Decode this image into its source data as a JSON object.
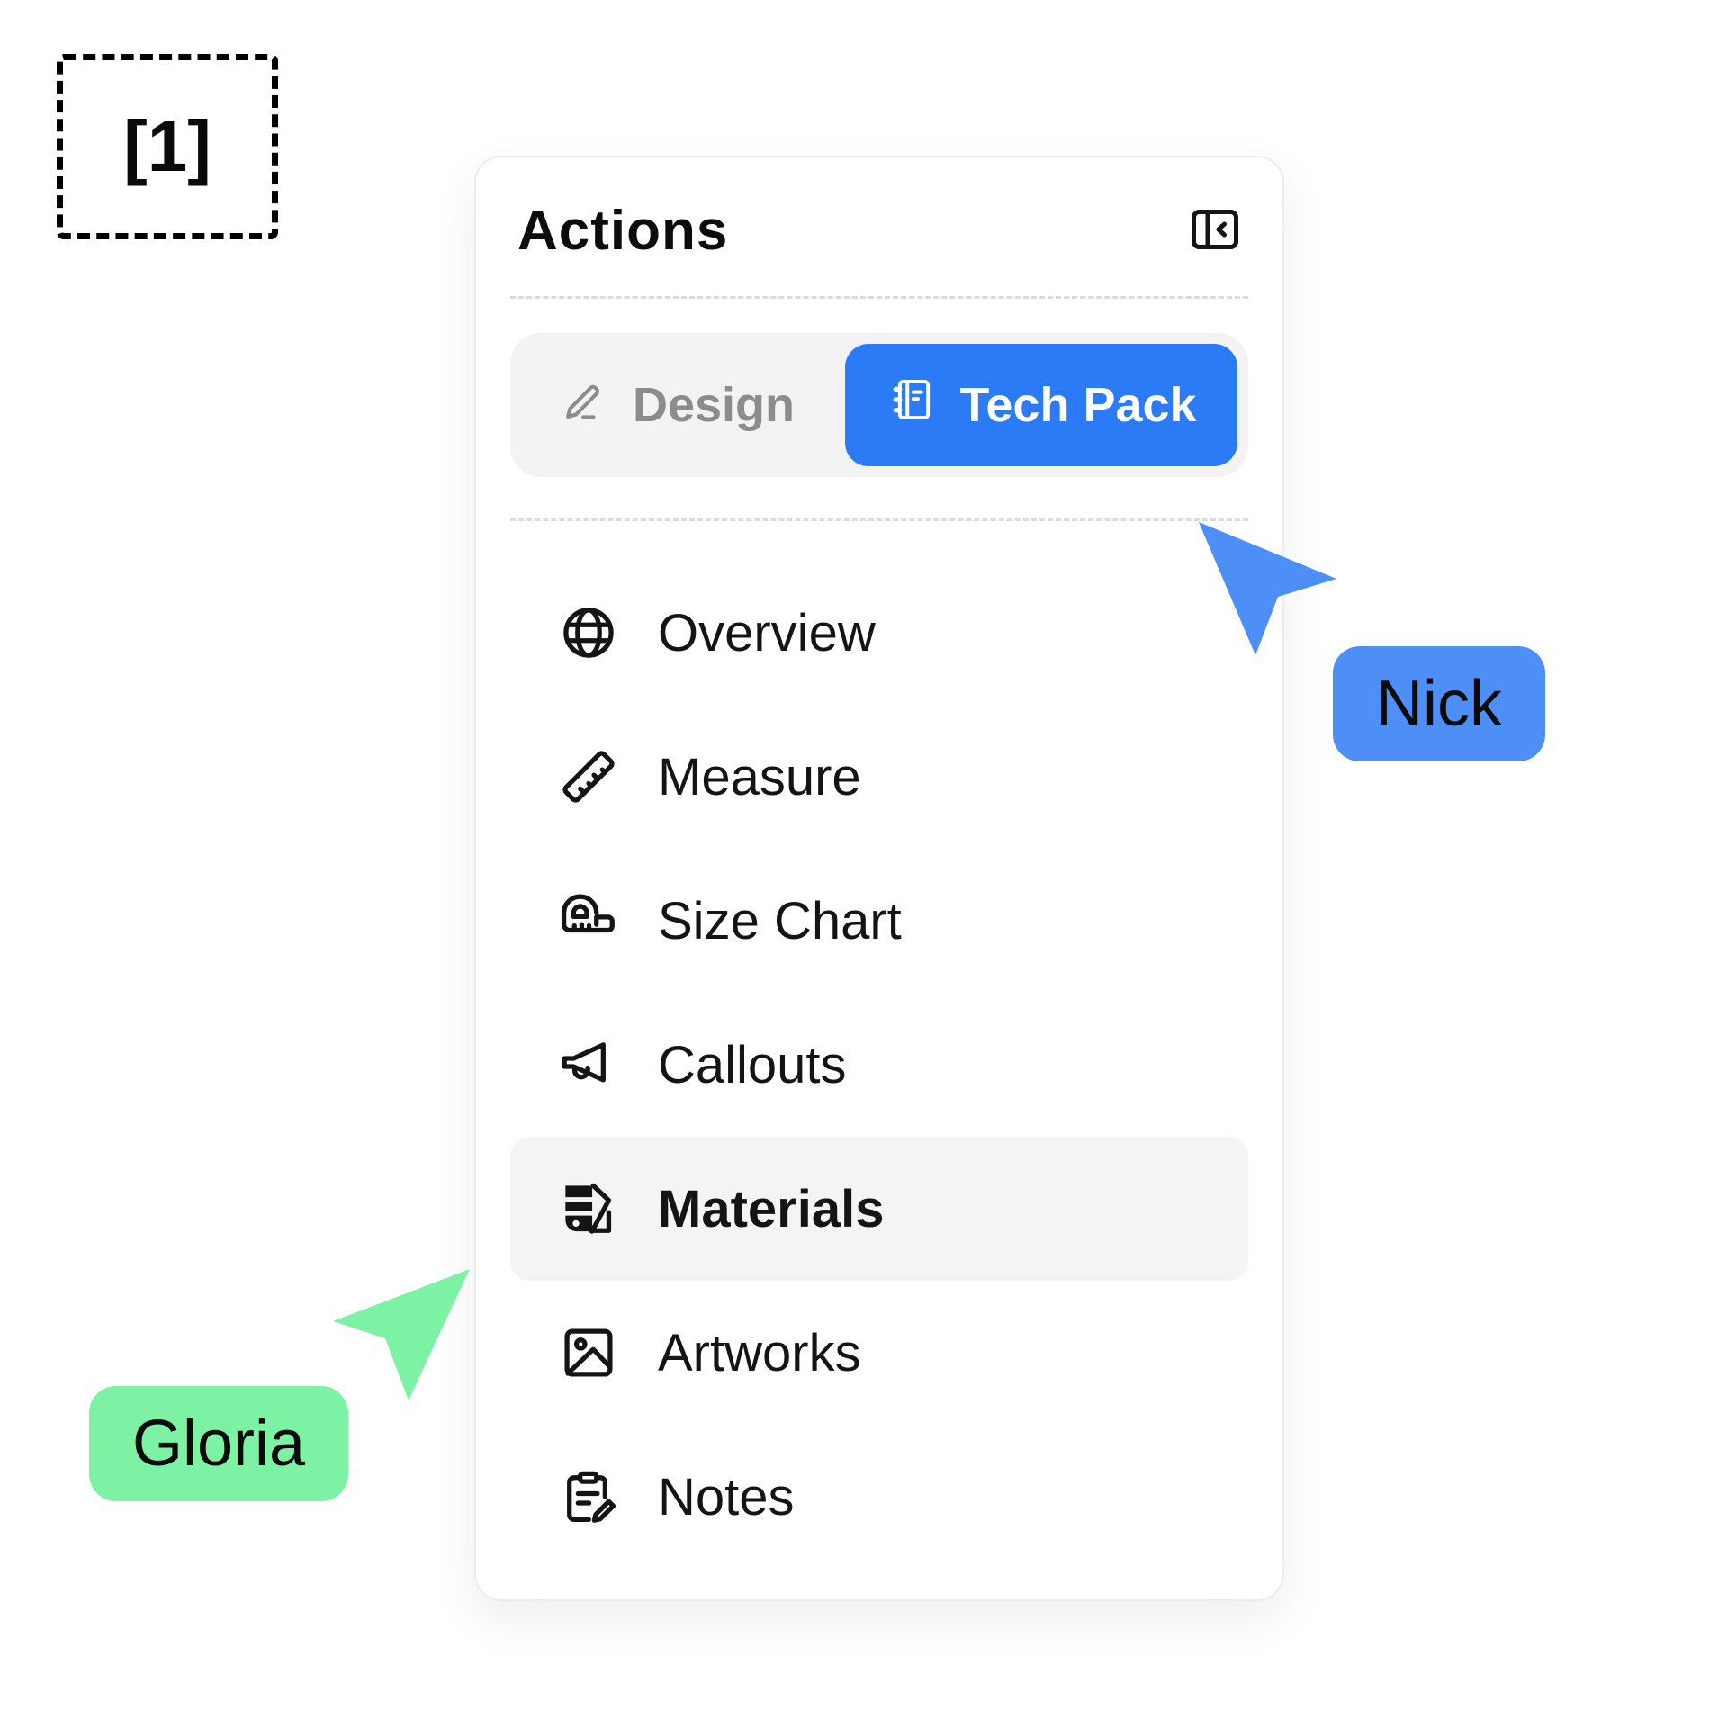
{
  "annotation": {
    "ref_label": "[1]"
  },
  "panel": {
    "title": "Actions",
    "collapse_icon": "collapse-panel-icon",
    "segmented_control": {
      "options": [
        {
          "label": "Design",
          "icon": "pencil-icon",
          "selected": false
        },
        {
          "label": "Tech Pack",
          "icon": "notebook-icon",
          "selected": true
        }
      ]
    },
    "menu": {
      "items": [
        {
          "label": "Overview",
          "icon": "globe-icon",
          "active": false
        },
        {
          "label": "Measure",
          "icon": "ruler-icon",
          "active": false
        },
        {
          "label": "Size Chart",
          "icon": "measuring-tape-icon",
          "active": false
        },
        {
          "label": "Callouts",
          "icon": "megaphone-icon",
          "active": false
        },
        {
          "label": "Materials",
          "icon": "swatches-pen-icon",
          "active": true
        },
        {
          "label": "Artworks",
          "icon": "image-icon",
          "active": false
        },
        {
          "label": "Notes",
          "icon": "clipboard-pen-icon",
          "active": false
        }
      ]
    }
  },
  "cursors": [
    {
      "name": "Nick",
      "color": "#4e8ef7"
    },
    {
      "name": "Gloria",
      "color": "#7df1a4"
    }
  ],
  "colors": {
    "accent_blue": "#2b7bf6",
    "cursor_blue": "#4e8ef7",
    "cursor_green": "#7df1a4",
    "highlight_gray": "#f4f4f5",
    "separator_gray": "#dbdbdb"
  }
}
